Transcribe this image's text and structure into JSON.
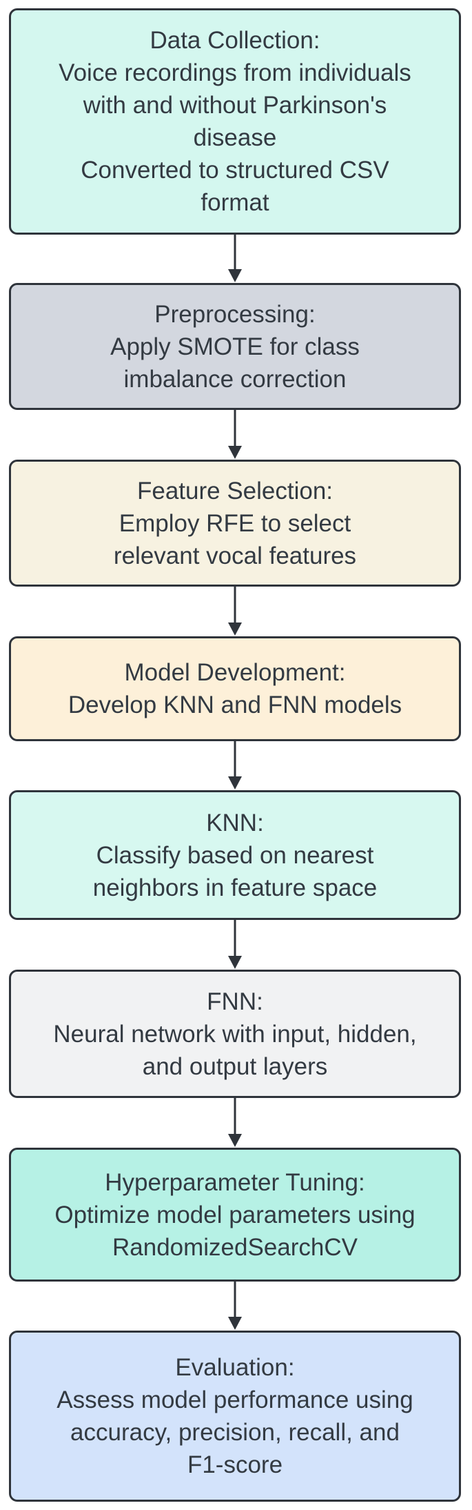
{
  "flowchart": {
    "steps": [
      {
        "id": "data-collection",
        "color": "#d4f7ef",
        "lines": [
          "Data Collection:",
          "Voice recordings from individuals",
          "with and without Parkinson's",
          "disease",
          "Converted to structured CSV",
          "format"
        ]
      },
      {
        "id": "preprocessing",
        "color": "#d3d7df",
        "lines": [
          "Preprocessing:",
          "Apply SMOTE for class",
          "imbalance correction"
        ]
      },
      {
        "id": "feature-selection",
        "color": "#f7f2e1",
        "lines": [
          "Feature Selection:",
          "Employ RFE to select",
          "relevant vocal features"
        ]
      },
      {
        "id": "model-development",
        "color": "#fdf0d9",
        "lines": [
          "Model Development:",
          "Develop KNN and FNN models"
        ]
      },
      {
        "id": "knn",
        "color": "#d7f8f0",
        "lines": [
          "KNN:",
          "Classify based on nearest",
          "neighbors in feature space"
        ]
      },
      {
        "id": "fnn",
        "color": "#f1f2f3",
        "lines": [
          "FNN:",
          "Neural network with input, hidden,",
          "and output layers"
        ]
      },
      {
        "id": "hyperparameter-tuning",
        "color": "#b6f1e5",
        "lines": [
          "Hyperparameter Tuning:",
          "Optimize model parameters using",
          "RandomizedSearchCV"
        ]
      },
      {
        "id": "evaluation",
        "color": "#d3e3fb",
        "lines": [
          "Evaluation:",
          "Assess model performance using",
          "accuracy, precision, recall, and",
          "F1-score"
        ]
      }
    ],
    "connector_color": "#2f343b"
  }
}
